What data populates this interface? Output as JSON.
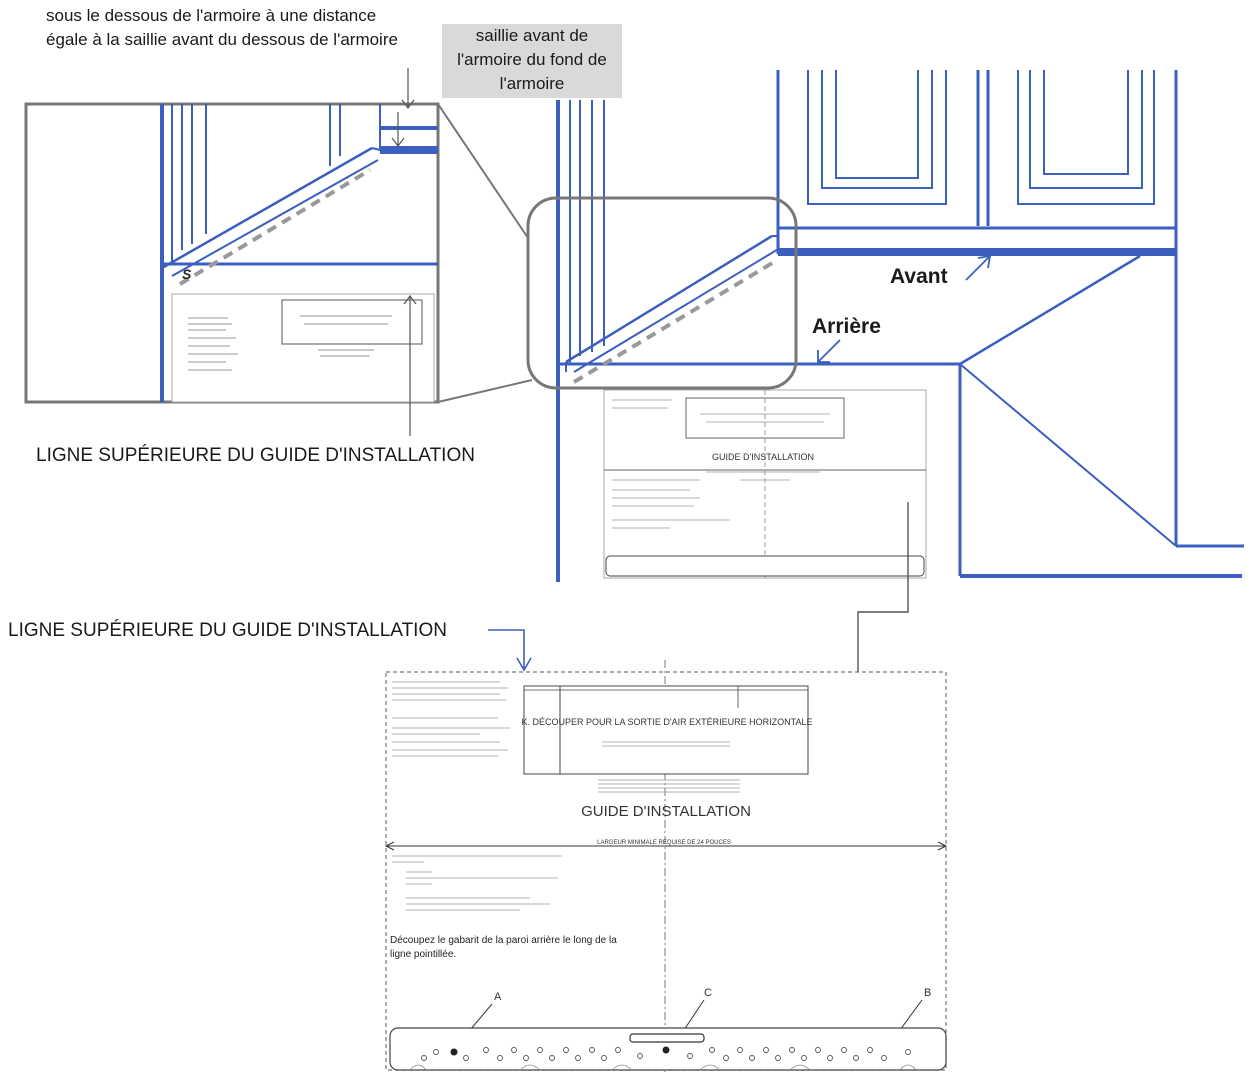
{
  "labels": {
    "top_note": "sous le dessous de l'armoire à une distance égale à la saillie avant du dessous de l'armoire",
    "callout": "saillie avant de l'armoire du fond de l'armoire",
    "top_guide_line_1": "LIGNE SUPÉRIEURE DU GUIDE D'INSTALLATION",
    "top_guide_line_2": "LIGNE SUPÉRIEURE DU GUIDE D'INSTALLATION",
    "front": "Avant",
    "back": "Arrière",
    "s_marker": "S"
  },
  "guide": {
    "cutout": "K. DÉCOUPER POUR LA SORTIE D'AIR EXTÉRIEURE HORIZONTALE",
    "title": "GUIDE D'INSTALLATION",
    "min_width": "LARGEUR MINIMALE REQUISE DE 24 POUCES",
    "cut_instruction": "Découpez le gabarit de la paroi arrière le long de la ligne pointillée.",
    "marker_a": "A",
    "marker_b": "B",
    "marker_c": "C"
  },
  "colors": {
    "cabinet_line": "#3b5fbf",
    "outline": "#777777",
    "callout_bg": "#d9d9d9"
  }
}
